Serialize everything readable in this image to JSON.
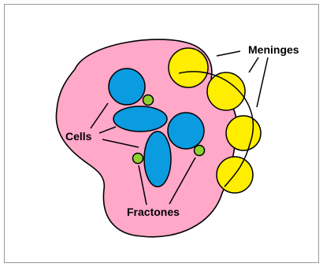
{
  "labels": {
    "meninges": "Meninges",
    "cells": "Cells",
    "fractones": "Fractones"
  },
  "colors": {
    "tissue": "#FFA8C8",
    "cell": "#0A9BE0",
    "fractone": "#90D030",
    "meninges": "#FFEE00",
    "outline": "#000000",
    "frame": "#9A9A9A"
  }
}
